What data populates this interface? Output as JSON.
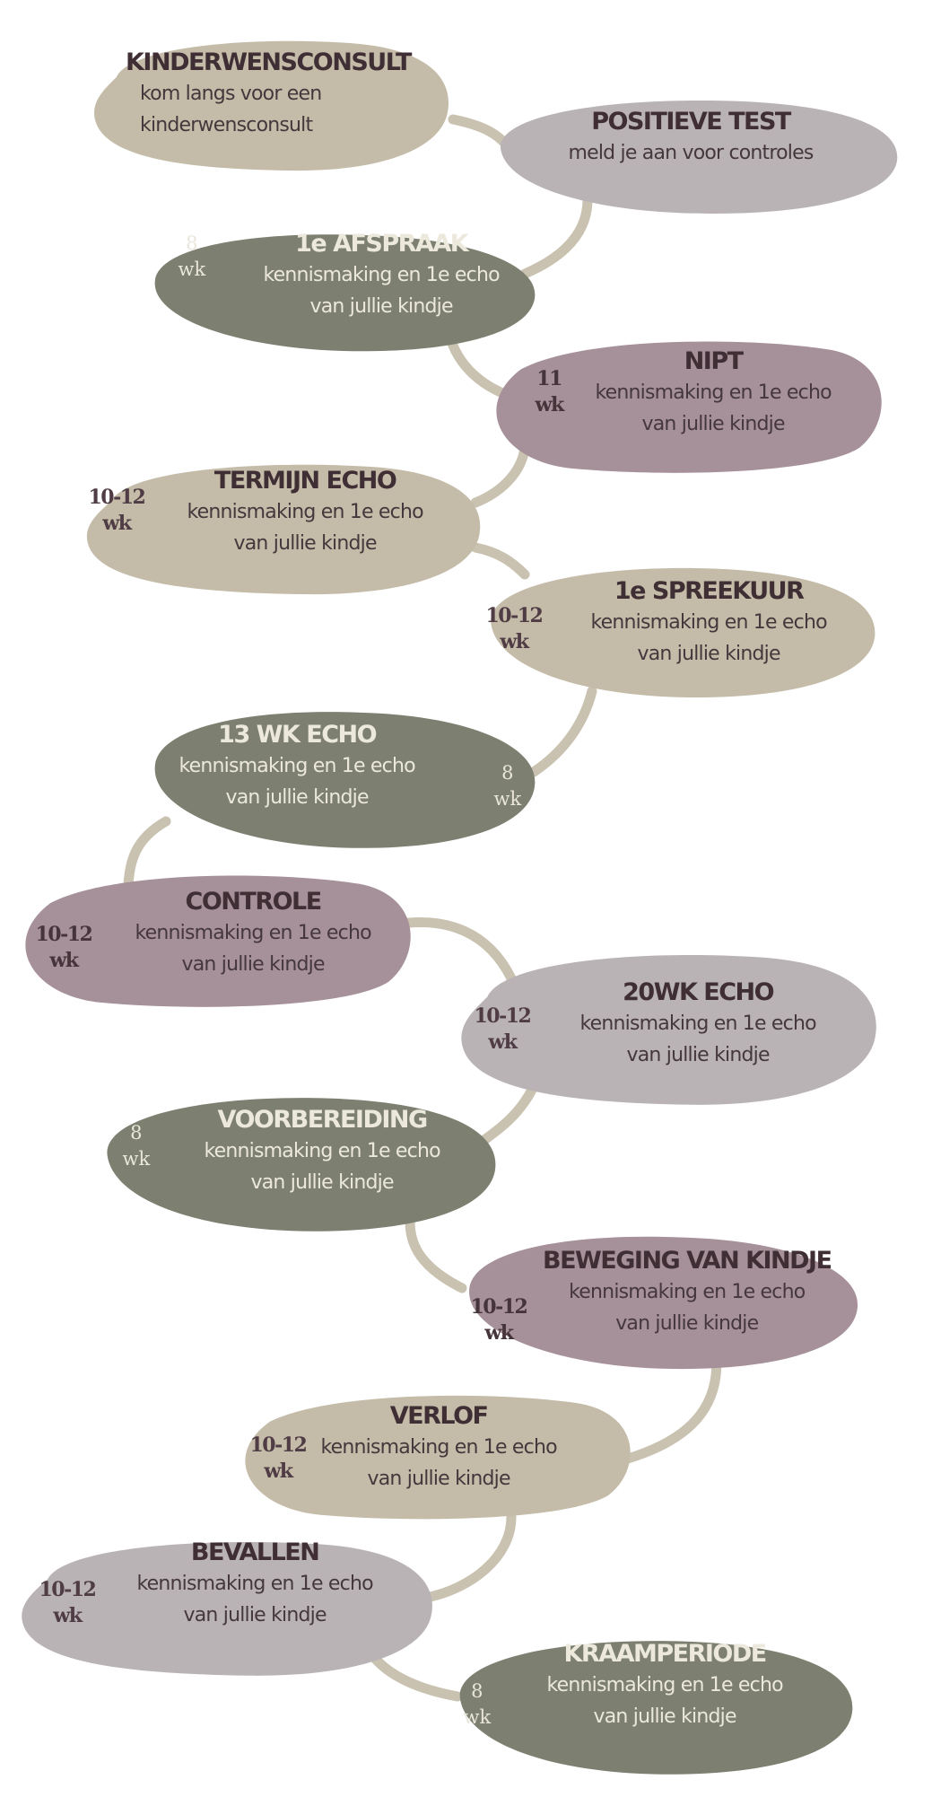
{
  "colors": {
    "tan": "#c4bca8",
    "mauve": "#a69099",
    "gray": "#bab3b5",
    "olive": "#7d8070",
    "connector": "#c9c2b0"
  },
  "steps": [
    {
      "title": "KINDERWENSCONSULT",
      "lines": [
        "kom langs voor een",
        "kinderwensconsult"
      ],
      "week": []
    },
    {
      "title": "POSITIEVE TEST",
      "lines": [
        "meld je aan voor controles"
      ],
      "week": []
    },
    {
      "title": "1e AFSPRAAK",
      "lines": [
        "kennismaking en 1e echo",
        "van jullie kindje"
      ],
      "week": [
        "8",
        "wk"
      ]
    },
    {
      "title": "NIPT",
      "lines": [
        "kennismaking en 1e echo",
        "van jullie kindje"
      ],
      "week": [
        "11",
        "wk"
      ]
    },
    {
      "title": "TERMIJN ECHO",
      "lines": [
        "kennismaking en 1e echo",
        "van jullie kindje"
      ],
      "week": [
        "10-12",
        "wk"
      ]
    },
    {
      "title": "1e SPREEKUUR",
      "lines": [
        "kennismaking en 1e echo",
        "van jullie kindje"
      ],
      "week": [
        "10-12",
        "wk"
      ]
    },
    {
      "title": "13 WK ECHO",
      "lines": [
        "kennismaking en 1e echo",
        "van jullie kindje"
      ],
      "week": [
        "8",
        "wk"
      ]
    },
    {
      "title": "CONTROLE",
      "lines": [
        "kennismaking en 1e echo",
        "van jullie kindje"
      ],
      "week": [
        "10-12",
        "wk"
      ]
    },
    {
      "title": "20WK ECHO",
      "lines": [
        "kennismaking en 1e echo",
        "van jullie kindje"
      ],
      "week": [
        "10-12",
        "wk"
      ]
    },
    {
      "title": "VOORBEREIDING",
      "lines": [
        "kennismaking en 1e echo",
        "van jullie kindje"
      ],
      "week": [
        "8",
        "wk"
      ]
    },
    {
      "title": "BEWEGING VAN KINDJE",
      "lines": [
        "kennismaking en 1e echo",
        "van jullie kindje"
      ],
      "week": [
        "10-12",
        "wk"
      ]
    },
    {
      "title": "VERLOF",
      "lines": [
        "kennismaking en 1e echo",
        "van jullie kindje"
      ],
      "week": [
        "10-12",
        "wk"
      ]
    },
    {
      "title": "BEVALLEN",
      "lines": [
        "kennismaking en 1e echo",
        "van jullie kindje"
      ],
      "week": [
        "10-12",
        "wk"
      ]
    },
    {
      "title": "KRAAMPERIODE",
      "lines": [
        "kennismaking en 1e echo",
        "van jullie kindje"
      ],
      "week": [
        "8",
        "wk"
      ]
    }
  ]
}
